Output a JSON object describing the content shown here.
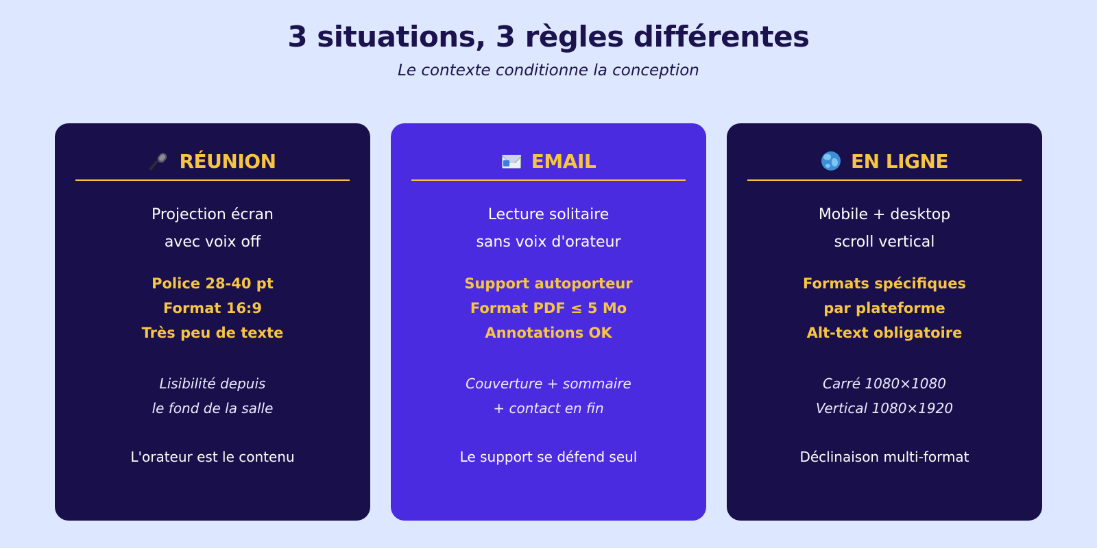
{
  "header": {
    "title": "3 situations, 3 règles différentes",
    "subtitle": "Le contexte conditionne la conception"
  },
  "colors": {
    "background": "#dde7ff",
    "card_dark": "#190f4b",
    "card_accent": "#4b2be0",
    "highlight": "#f7c542"
  },
  "cards": [
    {
      "icon": "microphone-icon",
      "title": "RÉUNION",
      "desc": [
        "Projection écran",
        "avec voix off"
      ],
      "rules": [
        "Police 28-40 pt",
        "Format 16:9",
        "Très peu de texte"
      ],
      "note": [
        "Lisibilité depuis",
        "le fond de la salle"
      ],
      "tagline": "L'orateur est le contenu"
    },
    {
      "icon": "email-icon",
      "title": "EMAIL",
      "desc": [
        "Lecture solitaire",
        "sans voix d'orateur"
      ],
      "rules": [
        "Support autoporteur",
        "Format PDF ≤ 5 Mo",
        "Annotations OK"
      ],
      "note": [
        "Couverture + sommaire",
        "+ contact en fin"
      ],
      "tagline": "Le support se défend seul"
    },
    {
      "icon": "globe-icon",
      "title": "EN LIGNE",
      "desc": [
        "Mobile + desktop",
        "scroll vertical"
      ],
      "rules": [
        "Formats spécifiques",
        "par plateforme",
        "Alt-text obligatoire"
      ],
      "note": [
        "Carré 1080×1080",
        "Vertical 1080×1920"
      ],
      "tagline": "Déclinaison multi-format"
    }
  ]
}
